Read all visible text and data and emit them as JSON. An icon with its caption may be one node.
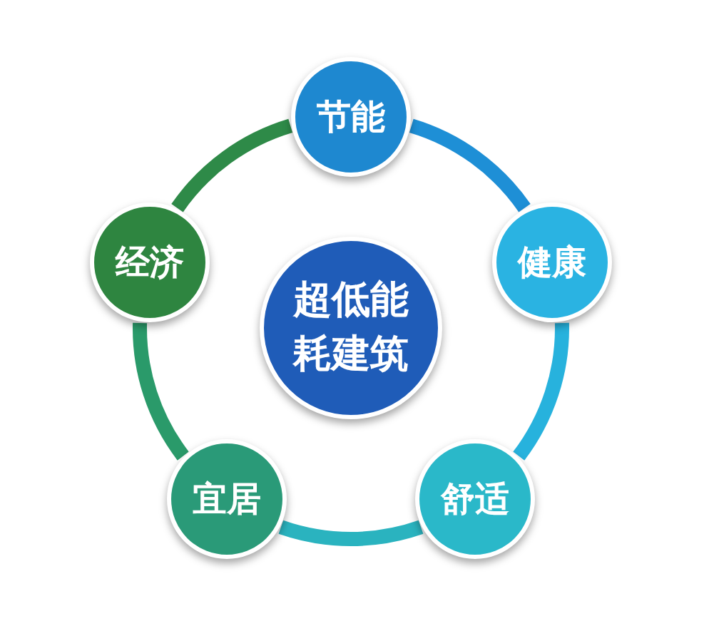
{
  "diagram": {
    "nodes": [
      {
        "text": [
          "超低能耗建筑"
        ]
      },
      {
        "text": [
          "节能"
        ]
      },
      {
        "text": [
          "健康"
        ]
      },
      {
        "text": [
          "舒适"
        ]
      },
      {
        "text": [
          "宜居"
        ]
      },
      {
        "text": [
          "经济"
        ]
      }
    ],
    "edges": [
      {
        "from": 1,
        "to": 2,
        "arrow": "none",
        "color": "#1e8fd6"
      },
      {
        "from": 2,
        "to": 3,
        "arrow": "none",
        "color": "#27b2dd"
      },
      {
        "from": 3,
        "to": 4,
        "arrow": "none",
        "color": "#2ab3bf"
      },
      {
        "from": 4,
        "to": 5,
        "arrow": "none",
        "color": "#2a9a6a"
      },
      {
        "from": 5,
        "to": 1,
        "arrow": "none",
        "color": "#2e8a48"
      }
    ]
  }
}
